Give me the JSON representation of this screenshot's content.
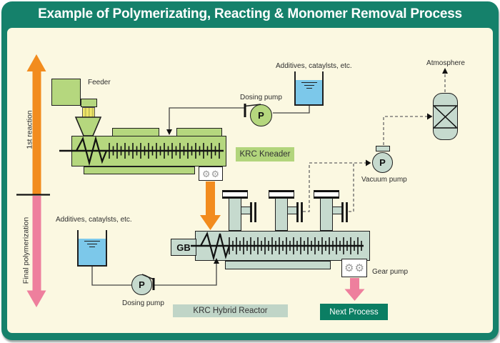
{
  "title": "Example of Polymerizating, Reacting & Monomer Removal Process",
  "colors": {
    "frame_teal": "#15816B",
    "canvas_cream": "#FBF8E1",
    "machine_green": "#B5D77E",
    "machine_gray_green": "#C6DACE",
    "water_blue": "#7CC8EA",
    "orange_arrow": "#F28C1E",
    "pink_arrow": "#EE7F9D",
    "next_process_teal": "#0B7E63",
    "chute_yellow": "#F3E96A"
  },
  "left_flow": {
    "first_reaction": "1st reaction",
    "final_polymerization": "Final polymerization"
  },
  "kneader": {
    "feeder": "Feeder",
    "label": "KRC Kneader"
  },
  "top_feed": {
    "tank": "Additives, cataylsts, etc.",
    "pump": "Dosing pump",
    "pump_symbol": "P"
  },
  "bottom_feed": {
    "tank": "Additives, cataylsts, etc.",
    "pump": "Dosing pump",
    "pump_symbol": "P"
  },
  "vacuum_line": {
    "atmosphere": "Atmosphere",
    "pump": "Vacuum pump",
    "pump_symbol": "P"
  },
  "reactor": {
    "gearbox": "GB",
    "label": "KRC Hybrid Reactor",
    "gear_pump": "Gear pump",
    "next_process": "Next Process"
  },
  "icons": {
    "gear": "⚙"
  }
}
